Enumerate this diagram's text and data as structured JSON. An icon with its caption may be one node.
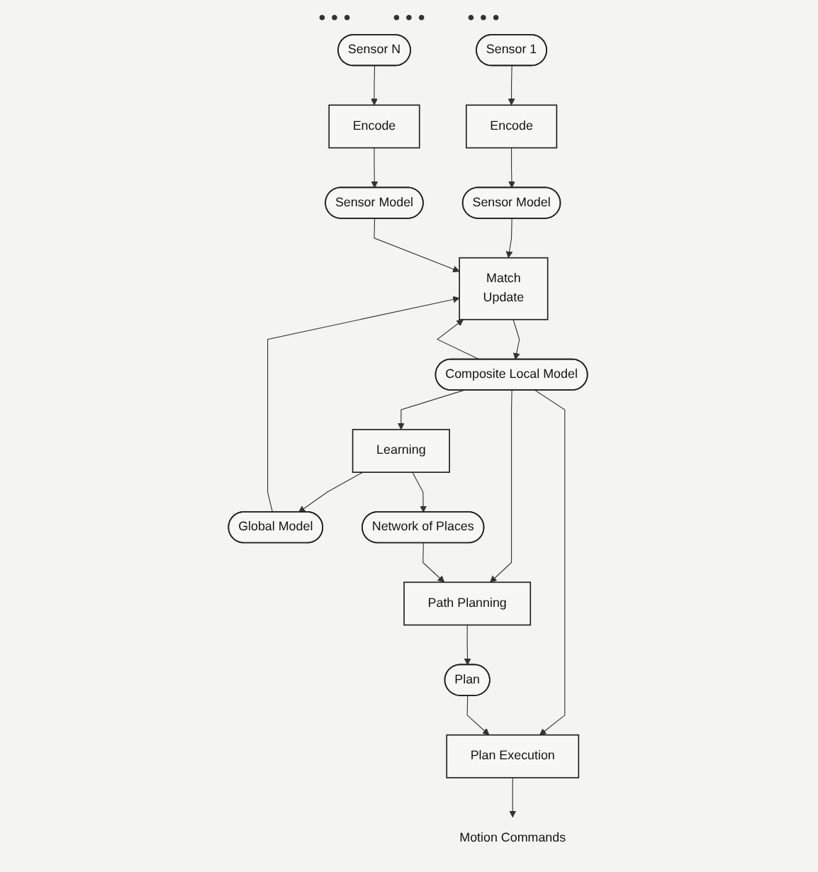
{
  "diagram": {
    "nodes": [
      {
        "text": [
          "Sensor 1"
        ]
      },
      {
        "text": [
          "Sensor N"
        ]
      },
      {
        "text": [
          "Encode"
        ]
      },
      {
        "text": [
          "Encode"
        ]
      },
      {
        "text": [
          "Sensor Model"
        ]
      },
      {
        "text": [
          "Sensor Model"
        ]
      },
      {
        "text": [
          "Global Model"
        ]
      },
      {
        "text": [
          "Match",
          "Update"
        ]
      },
      {
        "text": [
          "Learning"
        ]
      },
      {
        "text": [
          "Composite Local Model"
        ]
      },
      {
        "text": [
          "Motion Commands"
        ]
      },
      {
        "text": [
          "Plan Execution"
        ]
      },
      {
        "text": [
          "Network of Places"
        ]
      },
      {
        "text": [
          "Path Planning"
        ]
      },
      {
        "text": [
          "Plan"
        ]
      }
    ],
    "edges": [
      {
        "from": 0,
        "to": 2,
        "arrow": "to"
      },
      {
        "from": 2,
        "to": 4,
        "arrow": "to"
      },
      {
        "from": 1,
        "to": 3,
        "arrow": "to"
      },
      {
        "from": 3,
        "to": 5,
        "arrow": "to"
      },
      {
        "from": 4,
        "to": 7,
        "arrow": "to"
      },
      {
        "from": 5,
        "to": 7,
        "arrow": "to"
      },
      {
        "from": 6,
        "to": 7,
        "arrow": "to"
      },
      {
        "from": 7,
        "to": 9,
        "arrow": "to"
      },
      {
        "from": 9,
        "to": 8,
        "arrow": "to"
      },
      {
        "from": 8,
        "to": 6,
        "arrow": "to"
      },
      {
        "from": 8,
        "to": 12,
        "arrow": "to"
      },
      {
        "from": 9,
        "to": 13,
        "arrow": "to"
      },
      {
        "from": 12,
        "to": 13,
        "arrow": "to"
      },
      {
        "from": 9,
        "to": 11,
        "arrow": "to"
      },
      {
        "from": 9,
        "to": 7,
        "arrow": "to"
      },
      {
        "from": 13,
        "to": 14,
        "arrow": "to"
      },
      {
        "from": 14,
        "to": 11,
        "arrow": "to"
      },
      {
        "from": 11,
        "to": 10,
        "arrow": "to"
      }
    ],
    "labels": [
      "• • •",
      "• • •",
      "• • •"
    ]
  }
}
